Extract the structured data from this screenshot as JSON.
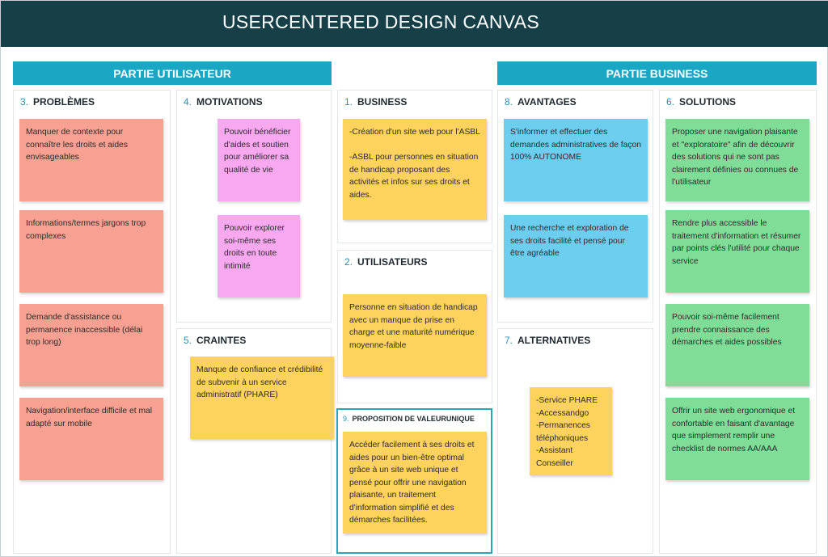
{
  "header": {
    "title": "USERCENTERED DESIGN CANVAS"
  },
  "banners": {
    "user": "PARTIE UTILISATEUR",
    "business": "PARTIE BUSINESS"
  },
  "sections": {
    "problemes": {
      "num": "3.",
      "title": "PROBLÈMES"
    },
    "motivations": {
      "num": "4.",
      "title": "MOTIVATIONS"
    },
    "craintes": {
      "num": "5.",
      "title": "CRAINTES"
    },
    "business": {
      "num": "1.",
      "title": "BUSINESS"
    },
    "utilisateurs": {
      "num": "2.",
      "title": "UTILISATEURS"
    },
    "proposition": {
      "num": "9.",
      "title": "PROPOSITION DE VALEURUNIQUE"
    },
    "avantages": {
      "num": "8.",
      "title": "AVANTAGES"
    },
    "alternatives": {
      "num": "7.",
      "title": "ALTERNATIVES"
    },
    "solutions": {
      "num": "6.",
      "title": "SOLUTIONS"
    }
  },
  "notes": {
    "problemes": [
      "Manquer de contexte pour connaître les droits et aides envisageables",
      "Informations/termes jargons trop complexes",
      "Demande d'assistance ou permanence inaccessible (délai trop long)",
      "Navigation/interface difficile et mal adapté sur mobile"
    ],
    "motivations": [
      "Pouvoir bénéficier d'aides et soutien pour améliorer sa qualité de vie",
      "Pouvoir explorer soi-même ses droits en toute intimité"
    ],
    "craintes": [
      "Manque de confiance et crédibilité de subvenir à un service administratif (PHARE)"
    ],
    "business": [
      "-Création d'un site web pour l'ASBL\n\n-ASBL pour personnes en situation de handicap proposant des activités et infos sur ses droits et aides."
    ],
    "utilisateurs": [
      "Personne en situation de handicap avec un manque de prise en charge et une maturité numérique moyenne-faible"
    ],
    "proposition": [
      "Accéder facilement à ses droits et aides pour un bien-être optimal grâce à un site web unique et pensé pour offrir une navigation plaisante, un traitement d'information simplifié et des démarches facilitées."
    ],
    "avantages": [
      "S'informer et effectuer des demandes administratives de façon 100% AUTONOME",
      "Une recherche et exploration de ses droits facilité et pensé pour être agréable"
    ],
    "alternatives": [
      "-Service PHARE\n-Accessandgo\n-Permanences téléphoniques\n-Assistant Conseiller"
    ],
    "solutions": [
      "Proposer une navigation plaisante et \"exploratoire\" afin de découvrir des solutions qui ne sont pas clairement définies ou connues de l'utilisateur",
      "Rendre plus accessible le traitement d'information et résumer par points clés l'utilité pour chaque service",
      "Pouvoir soi-même facilement prendre connaissance des démarches et aides possibles",
      "Offrir un site web ergonomique et confortable en faisant d'avantage que simplement remplir une checklist de normes AA/AAA"
    ]
  },
  "colors": {
    "title_bar": "#173f48",
    "banner": "#19a7c3",
    "problemes_note": "#f8a192",
    "motivations_note": "#f7a8ef",
    "business_note": "#fdd25d",
    "avantages_note": "#6dcdef",
    "solutions_note": "#7fdd97",
    "highlight_border": "#2aa7b6"
  }
}
